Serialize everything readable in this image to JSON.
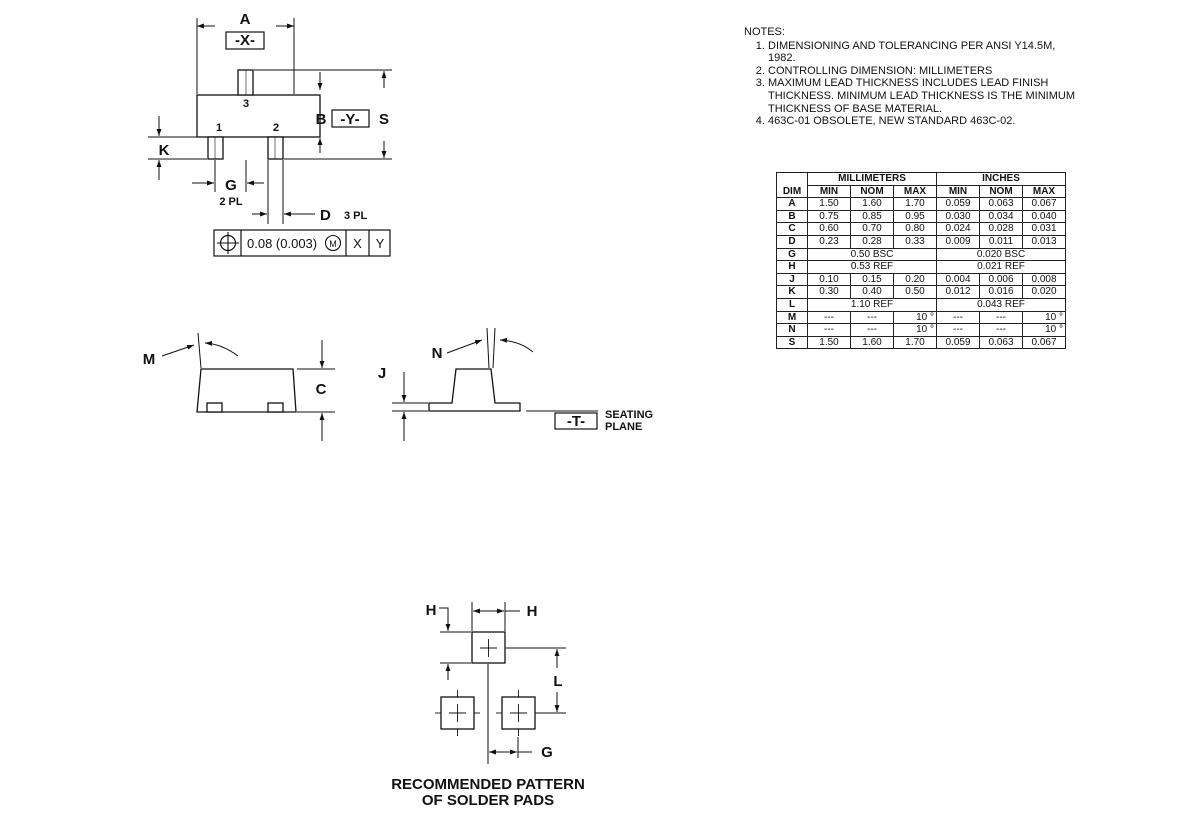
{
  "notes": {
    "title": "NOTES:",
    "items": [
      "DIMENSIONING AND TOLERANCING PER ANSI Y14.5M, 1982.",
      "CONTROLLING DIMENSION: MILLIMETERS",
      "MAXIMUM LEAD THICKNESS INCLUDES LEAD FINISH THICKNESS. MINIMUM LEAD THICKNESS IS THE MINIMUM THICKNESS OF BASE MATERIAL.",
      "463C-01 OBSOLETE, NEW STANDARD 463C-02."
    ]
  },
  "table": {
    "dim_header": "DIM",
    "group_mm": "MILLIMETERS",
    "group_in": "INCHES",
    "sub_headers": [
      "MIN",
      "NOM",
      "MAX",
      "MIN",
      "NOM",
      "MAX"
    ],
    "rows": [
      {
        "dim": "A",
        "mm": [
          "1.50",
          "1.60",
          "1.70"
        ],
        "in": [
          "0.059",
          "0.063",
          "0.067"
        ]
      },
      {
        "dim": "B",
        "mm": [
          "0.75",
          "0.85",
          "0.95"
        ],
        "in": [
          "0.030",
          "0.034",
          "0.040"
        ]
      },
      {
        "dim": "C",
        "mm": [
          "0.60",
          "0.70",
          "0.80"
        ],
        "in": [
          "0.024",
          "0.028",
          "0.031"
        ]
      },
      {
        "dim": "D",
        "mm": [
          "0.23",
          "0.28",
          "0.33"
        ],
        "in": [
          "0.009",
          "0.011",
          "0.013"
        ]
      },
      {
        "dim": "G",
        "mm_span": "0.50 BSC",
        "in_span": "0.020 BSC"
      },
      {
        "dim": "H",
        "mm_span": "0.53 REF",
        "in_span": "0.021 REF"
      },
      {
        "dim": "J",
        "mm": [
          "0.10",
          "0.15",
          "0.20"
        ],
        "in": [
          "0.004",
          "0.006",
          "0.008"
        ]
      },
      {
        "dim": "K",
        "mm": [
          "0.30",
          "0.40",
          "0.50"
        ],
        "in": [
          "0.012",
          "0.016",
          "0.020"
        ]
      },
      {
        "dim": "L",
        "mm_span": "1.10 REF",
        "in_span": "0.043 REF"
      },
      {
        "dim": "M",
        "mm": [
          "---",
          "---",
          "10 °"
        ],
        "in": [
          "---",
          "---",
          "10 °"
        ]
      },
      {
        "dim": "N",
        "mm": [
          "---",
          "---",
          "10 °"
        ],
        "in": [
          "---",
          "---",
          "10 °"
        ]
      },
      {
        "dim": "S",
        "mm": [
          "1.50",
          "1.60",
          "1.70"
        ],
        "in": [
          "0.059",
          "0.063",
          "0.067"
        ]
      }
    ]
  },
  "top_view": {
    "dim_a": "A",
    "datum_x": "-X-",
    "dim_b": "B",
    "datum_y": "-Y-",
    "dim_s": "S",
    "dim_k": "K",
    "dim_g": "G",
    "g_count": "2 PL",
    "dim_d": "D",
    "d_count": "3 PL",
    "pin1": "1",
    "pin2": "2",
    "pin3": "3",
    "fcf_tolerance": "0.08 (0.003)",
    "fcf_modifier": "M",
    "fcf_ref1": "X",
    "fcf_ref2": "Y"
  },
  "side_view": {
    "dim_m": "M",
    "dim_c": "C"
  },
  "end_view": {
    "dim_n": "N",
    "dim_j": "J",
    "datum_t": "-T-",
    "seating_1": "SEATING",
    "seating_2": "PLANE"
  },
  "solder": {
    "dim_h1": "H",
    "dim_h2": "H",
    "dim_l": "L",
    "dim_g": "G",
    "caption_1": "RECOMMENDED PATTERN",
    "caption_2": "OF SOLDER PADS"
  }
}
